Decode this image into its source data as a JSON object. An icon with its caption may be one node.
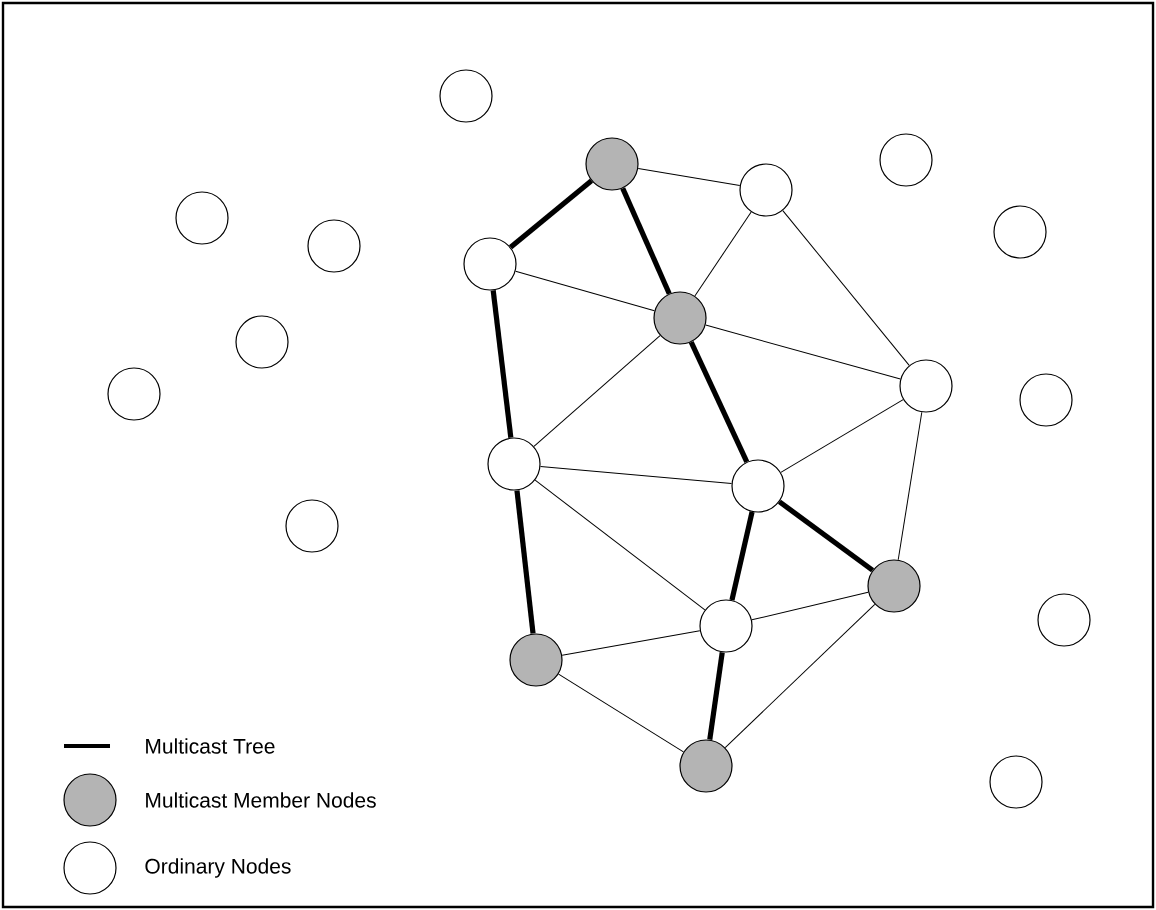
{
  "diagram": {
    "nodes": [
      {
        "text": [],
        "shape": "circle"
      },
      {
        "text": [],
        "shape": "circle"
      },
      {
        "text": [],
        "shape": "circle"
      },
      {
        "text": [],
        "shape": "circle"
      },
      {
        "text": [],
        "shape": "circle"
      },
      {
        "text": [],
        "shape": "circle"
      },
      {
        "text": [],
        "shape": "circle"
      },
      {
        "text": [],
        "shape": "circle"
      },
      {
        "text": [],
        "shape": "circle"
      },
      {
        "text": [],
        "shape": "circle"
      },
      {
        "text": [],
        "shape": "circle"
      },
      {
        "text": [],
        "shape": "circle"
      },
      {
        "text": [],
        "shape": "circle"
      },
      {
        "text": [],
        "shape": "circle"
      },
      {
        "text": [],
        "shape": "circle"
      },
      {
        "text": [],
        "shape": "circle"
      },
      {
        "text": [],
        "shape": "circle"
      },
      {
        "text": [],
        "shape": "circle"
      },
      {
        "text": [],
        "shape": "circle"
      },
      {
        "text": [],
        "shape": "circle"
      },
      {
        "text": [],
        "shape": "circle"
      },
      {
        "text": [],
        "shape": "circle"
      }
    ],
    "edges": [
      {
        "from": 2,
        "to": 7,
        "arrow": "none",
        "style": "thick"
      },
      {
        "from": 2,
        "to": 8,
        "arrow": "none",
        "style": "thick"
      },
      {
        "from": 7,
        "to": 13,
        "arrow": "none",
        "style": "thick"
      },
      {
        "from": 13,
        "to": 19,
        "arrow": "none",
        "style": "thick"
      },
      {
        "from": 8,
        "to": 14,
        "arrow": "none",
        "style": "thick"
      },
      {
        "from": 14,
        "to": 16,
        "arrow": "none",
        "style": "thick"
      },
      {
        "from": 14,
        "to": 18,
        "arrow": "none",
        "style": "thick"
      },
      {
        "from": 18,
        "to": 20,
        "arrow": "none",
        "style": "thick"
      },
      {
        "from": 2,
        "to": 3,
        "arrow": "none"
      },
      {
        "from": 3,
        "to": 8,
        "arrow": "none"
      },
      {
        "from": 3,
        "to": 10,
        "arrow": "none"
      },
      {
        "from": 7,
        "to": 8,
        "arrow": "none"
      },
      {
        "from": 8,
        "to": 10,
        "arrow": "none"
      },
      {
        "from": 8,
        "to": 13,
        "arrow": "none"
      },
      {
        "from": 13,
        "to": 14,
        "arrow": "none"
      },
      {
        "from": 13,
        "to": 18,
        "arrow": "none"
      },
      {
        "from": 14,
        "to": 10,
        "arrow": "none"
      },
      {
        "from": 10,
        "to": 16,
        "arrow": "none"
      },
      {
        "from": 18,
        "to": 19,
        "arrow": "none"
      },
      {
        "from": 18,
        "to": 16,
        "arrow": "none"
      },
      {
        "from": 19,
        "to": 20,
        "arrow": "none"
      },
      {
        "from": 20,
        "to": 16,
        "arrow": "none"
      }
    ],
    "legend": [
      {
        "text": "Multicast Tree"
      },
      {
        "text": "Multicast Member Nodes"
      },
      {
        "text": "Ordinary Nodes"
      }
    ]
  }
}
